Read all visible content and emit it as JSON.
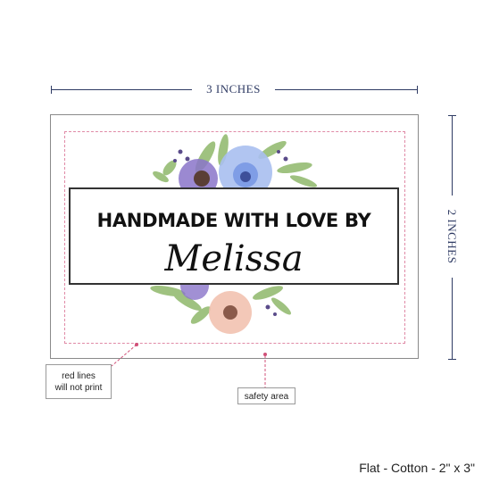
{
  "dimensions": {
    "width_label": "3 INCHES",
    "height_label": "2 INCHES"
  },
  "label": {
    "headline": "HANDMADE WITH LOVE BY",
    "name": "Melissa",
    "decoration_icon": "watercolor-flowers-icon"
  },
  "callouts": {
    "red_lines_line1": "red lines",
    "red_lines_line2": "will not print",
    "safety_area": "safety area"
  },
  "product_spec": "Flat - Cotton - 2\" x 3\"",
  "colors": {
    "dimension": "#2e3a63",
    "safety_line": "#e08aa6",
    "callout_dot": "#d05078"
  }
}
